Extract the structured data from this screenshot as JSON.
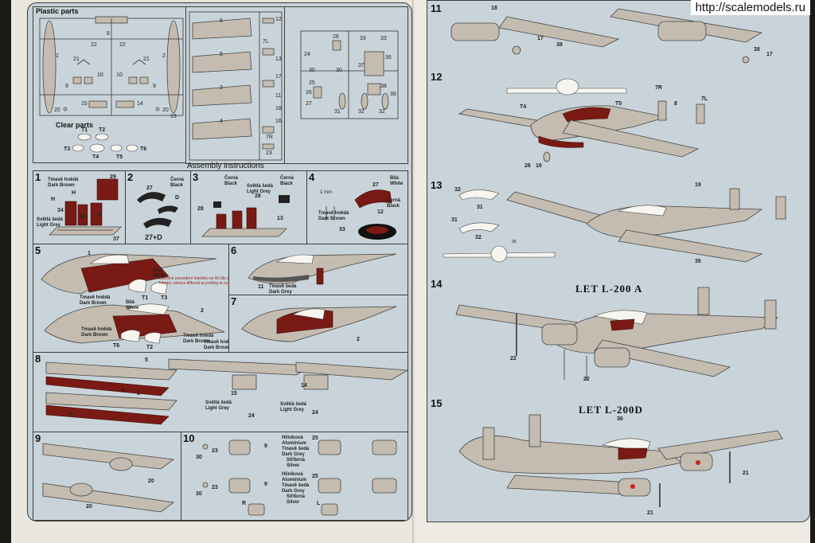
{
  "watermark": "http://scalemodels.ru",
  "left_page": {
    "plastic_parts_title": "Plastic parts",
    "clear_parts_title": "Clear parts",
    "assembly_title": "Assembly instructions",
    "sprue_a_labels": [
      "1",
      "8",
      "22",
      "22",
      "21",
      "21",
      "2",
      "9",
      "10",
      "10",
      "9",
      "15",
      "14",
      "20",
      "20",
      "19"
    ],
    "sprue_b_labels": [
      "6",
      "12",
      "5",
      "7L",
      "3",
      "13",
      "17",
      "4",
      "11",
      "18",
      "16",
      "7R",
      "23"
    ],
    "sprue_c_labels": [
      "28",
      "33",
      "33",
      "24",
      "36",
      "30",
      "30",
      "37",
      "25",
      "38",
      "26",
      "39",
      "27",
      "31",
      "32",
      "32"
    ],
    "clear_labels": [
      "T1",
      "T2",
      "T3",
      "T4",
      "T5",
      "T6"
    ],
    "steps": {
      "s1": {
        "num": "1",
        "parts": [
          "29",
          "34",
          "34",
          "37",
          "H",
          "H",
          "H"
        ],
        "col1": "Tmavě hnědá\nDark Brown",
        "col2": "Světlá šedá\nLight Grey"
      },
      "s2": {
        "num": "2",
        "parts": [
          "27",
          "D",
          "27+D"
        ],
        "col1": "Černá\nBlack"
      },
      "s3": {
        "num": "3",
        "parts": [
          "28",
          "13",
          "28"
        ],
        "col1": "Černá\nBlack",
        "col2": "Světlá šedá\nLight Grey",
        "col3": "Černá\nBlack"
      },
      "s4": {
        "num": "4",
        "parts": [
          "27",
          "12",
          "33"
        ],
        "col1": "Bílá\nWhite",
        "col2": "Černá\nBlack",
        "col3": "Tmavě hnědá\nDark Brown",
        "dim": "1 mm"
      },
      "s5": {
        "num": "5",
        "parts": [
          "1",
          "T1",
          "T3",
          "2",
          "T6",
          "T2"
        ],
        "col1": "Bílá\nWhite",
        "col2": "Tmavě hnědá\nDark Brown",
        "col3": "Tmavě hnědá\nDark Brown",
        "col4": "Bílá\nWhite",
        "col5": "Tmavě hnědá\nDark Brown",
        "col6": "Tmavě hnědá\nDark Brown",
        "note": "Barevné provedení interiéru se liší dle přání zákazníka\nInterior colours differed according to customer wish"
      },
      "s6": {
        "num": "6",
        "parts": [
          "11"
        ],
        "col1": "Tmavě šedá\nDark Grey"
      },
      "s7": {
        "num": "7",
        "parts": [
          "2"
        ]
      },
      "s8": {
        "num": "8",
        "parts": [
          "5",
          "6",
          "3",
          "4",
          "15",
          "24",
          "14",
          "24"
        ],
        "col1": "Světlá šedá\nLight Grey",
        "col2": "Světlá šedá\nLight Grey"
      },
      "s9": {
        "num": "9",
        "parts": [
          "20",
          "20"
        ]
      },
      "s10": {
        "num": "10",
        "parts": [
          "30",
          "23",
          "9",
          "25",
          "30",
          "23",
          "9",
          "25",
          "R",
          "L"
        ],
        "col1": "Hliníková\nAluminium",
        "col2": "Tmavě šedá\nDark Grey",
        "col3": "Stříbrná\nSilver",
        "col4": "Hliníková\nAluminium",
        "col5": "Tmavě šedá\nDark Grey",
        "col6": "Stříbrná\nSilver"
      }
    }
  },
  "right_page": {
    "steps": {
      "s11": {
        "num": "11",
        "parts": [
          "18",
          "17",
          "38",
          "38",
          "17"
        ]
      },
      "s12": {
        "num": "12",
        "parts": [
          "7R",
          "T4",
          "T5",
          "8",
          "7L",
          "26",
          "16"
        ]
      },
      "s13": {
        "num": "13",
        "parts": [
          "32",
          "31",
          "31",
          "32",
          "19",
          "35",
          "36"
        ]
      },
      "s14": {
        "num": "14",
        "variant": "LET L-200 A",
        "parts": [
          "22",
          "22"
        ]
      },
      "s15": {
        "num": "15",
        "variant": "LET L-200D",
        "parts": [
          "36",
          "21",
          "21"
        ]
      }
    }
  }
}
